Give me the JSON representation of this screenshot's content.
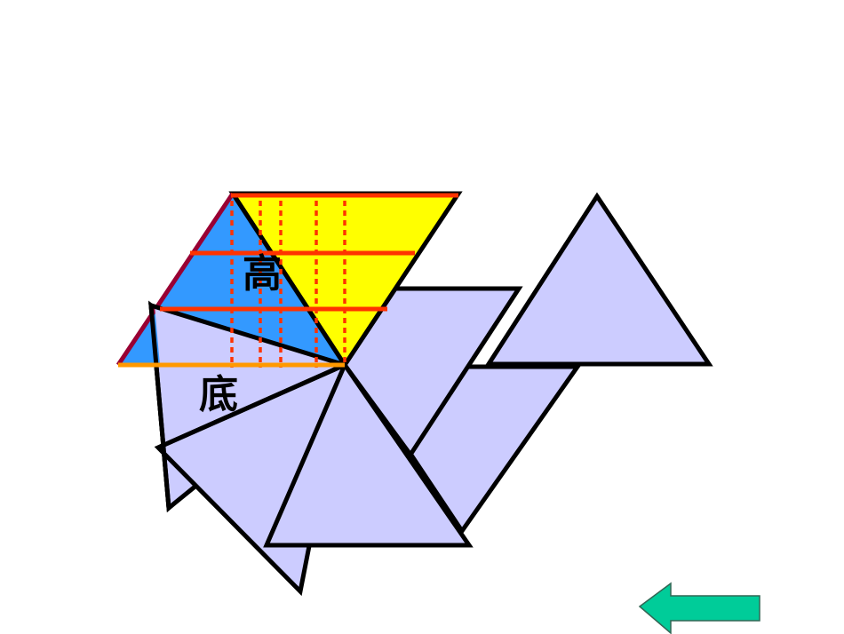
{
  "slide": {
    "labels": {
      "height": "高",
      "base": "底"
    },
    "colors": {
      "piece_fill": "#CCCCFF",
      "blue_triangle": "#3399FF",
      "yellow_triangle": "#FFFF00",
      "highlight_line": "#FF3300",
      "base_line": "#FF9900",
      "slanted_edge": "#990033",
      "dotted_line": "#FF3300",
      "back_arrow": "#00CC99"
    },
    "navigation": {
      "back_button": "back-arrow"
    }
  }
}
